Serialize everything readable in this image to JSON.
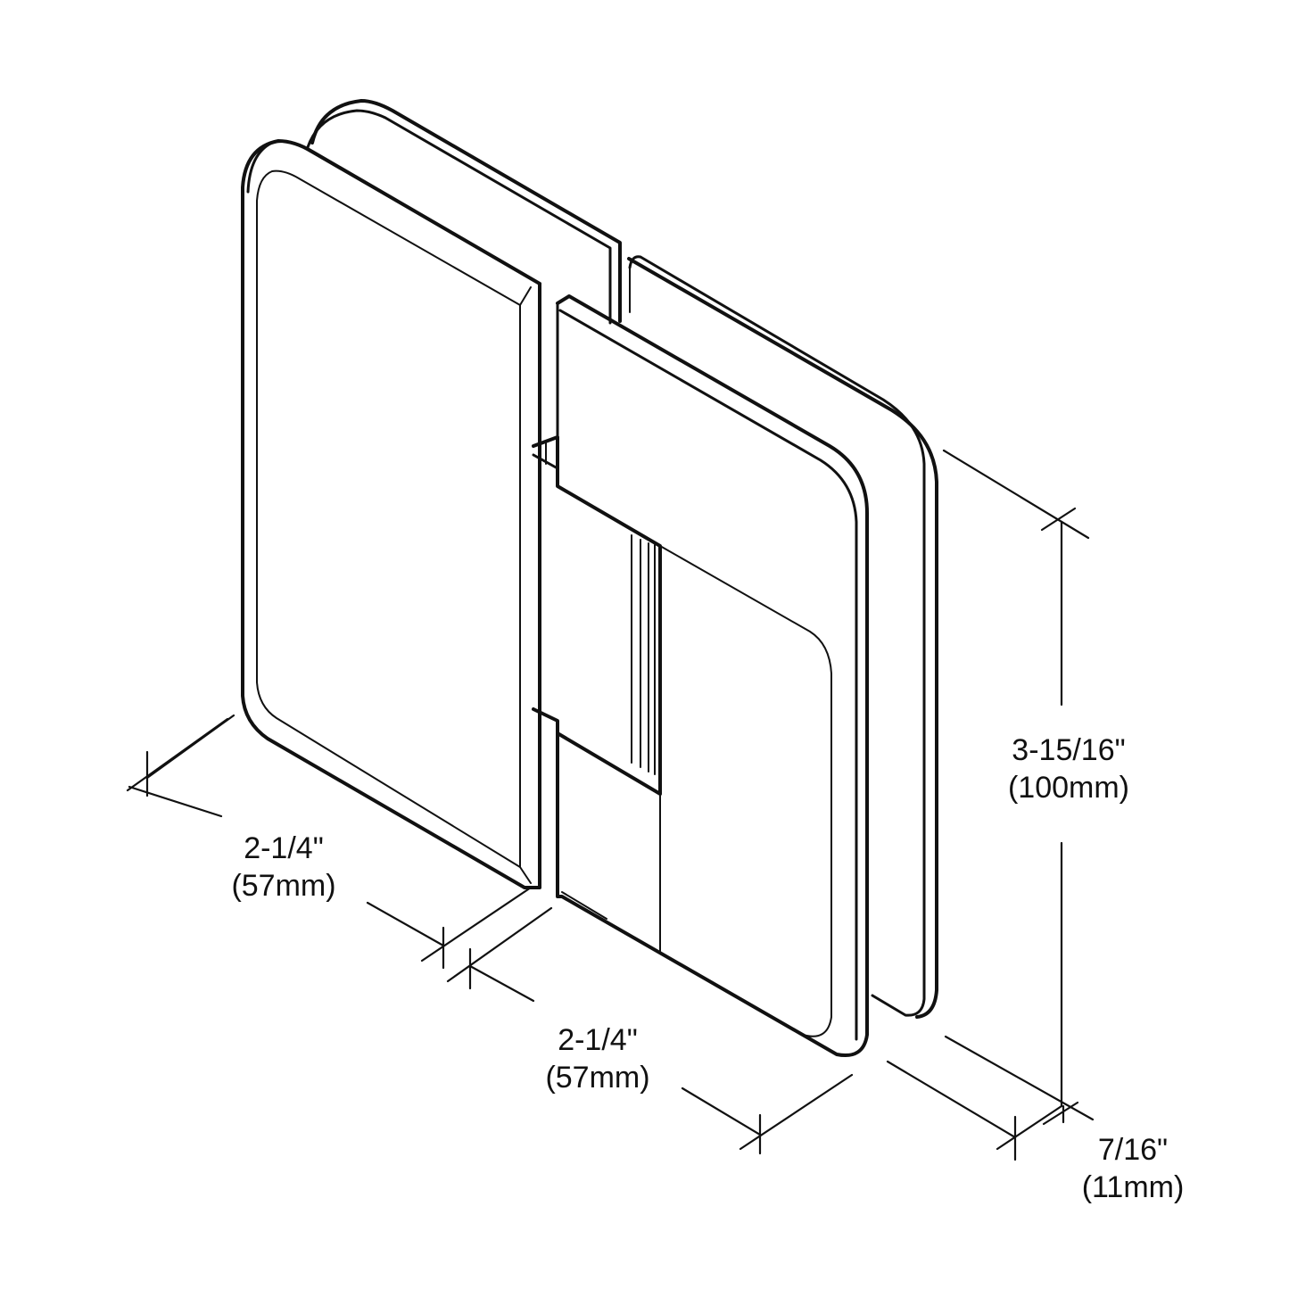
{
  "diagram": {
    "subject": "glass-to-glass 180 degree hinge, isometric line drawing",
    "line_color": "#111111",
    "background": "#ffffff"
  },
  "dimensions": {
    "left_width": {
      "imperial": "2-1/4\"",
      "metric": "(57mm)"
    },
    "right_width": {
      "imperial": "2-1/4\"",
      "metric": "(57mm)"
    },
    "height": {
      "imperial": "3-15/16\"",
      "metric": "(100mm)"
    },
    "thickness": {
      "imperial": "7/16\"",
      "metric": "(11mm)"
    }
  }
}
